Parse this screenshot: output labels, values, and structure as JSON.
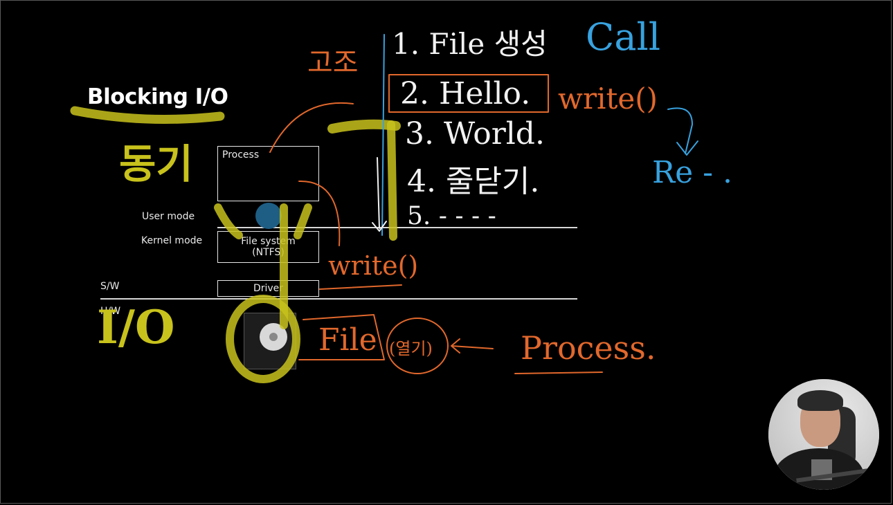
{
  "diagram": {
    "title": "Blocking I/O",
    "layers": {
      "user_mode": "User mode",
      "kernel_mode": "Kernel mode",
      "software": "S/W",
      "hardware": "H/W"
    },
    "boxes": {
      "process": "Process",
      "file_system_line1": "File system",
      "file_system_line2": "(NTFS)",
      "driver": "Driver"
    }
  },
  "annotations": {
    "steps": {
      "step1": "1. File 생성",
      "step2": "2. Hello.",
      "step3": "3. World.",
      "step4": "4. 줄닫기.",
      "step5": "5. - - - -"
    },
    "top_mark": "고조",
    "call": "Call",
    "write_call_right": "write()",
    "return_mark": "Re - .",
    "write_call_center": "write()",
    "file": "File",
    "handle_circle": "(열기)",
    "process_right": "Process.",
    "korean_yellow_top": "동기",
    "io_yellow": "I/O"
  },
  "colors": {
    "background": "#000000",
    "diagram_line": "#e8e8e8",
    "ink_orange": "#e2682c",
    "ink_blue": "#38a2df",
    "ink_yellow": "#c8c21c",
    "ink_white": "#f2f2f2"
  }
}
